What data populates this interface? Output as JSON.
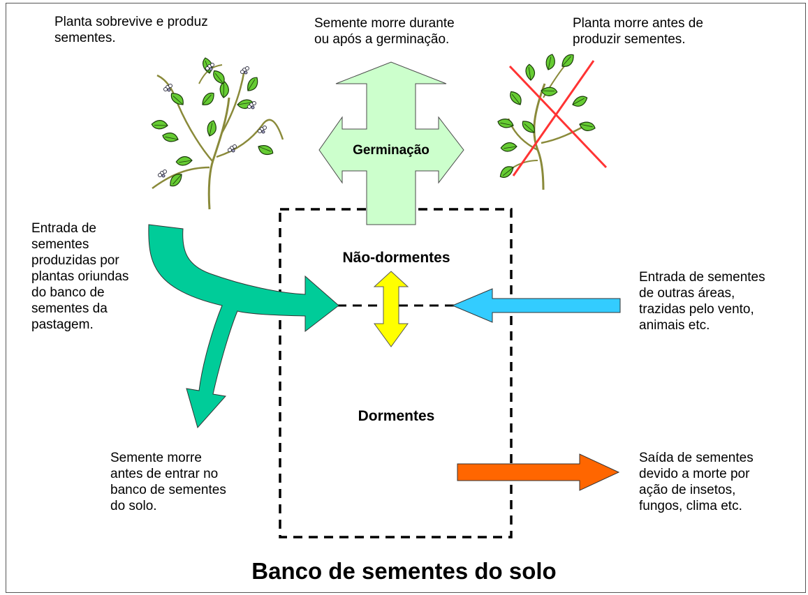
{
  "diagram": {
    "title": "Banco de sementes do solo",
    "labels": {
      "plant_survives": "Planta sobrevive e produz\nsementes.",
      "seed_dies_germination": "Semente morre durante\nou após a germinação.",
      "plant_dies": "Planta morre antes de\nproduzir sementes.",
      "germination": "Germinação",
      "non_dormant": "Não-dormentes",
      "dormant": "Dormentes",
      "input_local": "Entrada de\nsementes\nproduzidas por\nplantas oriundas\ndo banco de\nsementes da\npastagem.",
      "input_external": "Entrada de sementes\nde outras áreas,\ntrazidas pelo vento,\nanimais etc.",
      "seed_dies_before": "Semente morre\nantes de entrar no\nbanco de sementes\ndo solo.",
      "output_death": "Saída de sementes\ndevido a morte por\nação de insetos,\nfungos, clima etc."
    },
    "colors": {
      "germination_arrow": "#ccffcc",
      "local_input_arrow": "#00cc99",
      "external_input_arrow": "#33ccff",
      "transition_arrow": "#ffff00",
      "output_arrow": "#ff6600",
      "cross": "#ff3333",
      "leaf": "#66cc33",
      "stem": "#8a8a3a"
    }
  }
}
